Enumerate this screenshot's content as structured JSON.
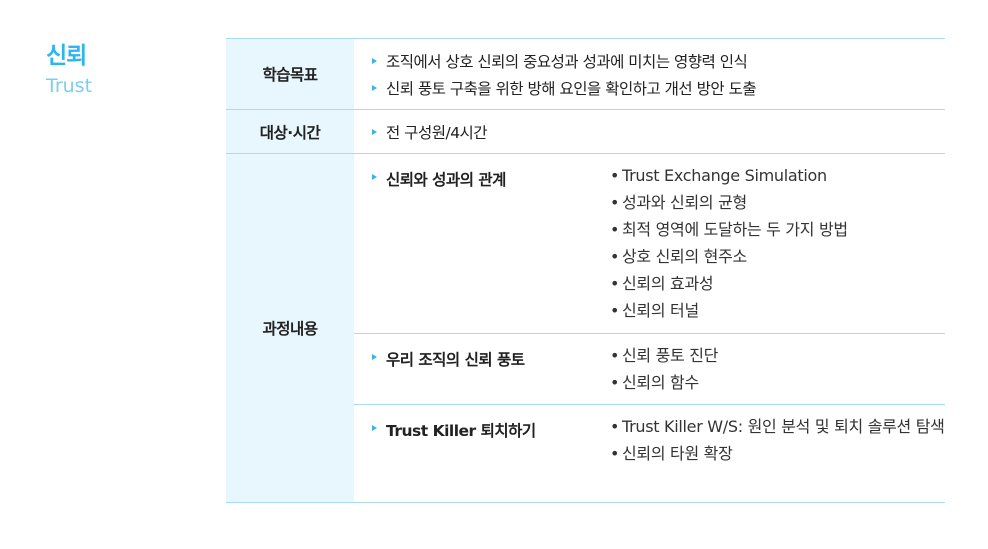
{
  "title": "신뢰",
  "subtitle": "Trust",
  "rows": [
    {
      "label": "학습목표",
      "items": [
        "조직에서 상호 신뢰의 중요성과 성과에 미치는 영향력 인식",
        "신뢰 풍토 구축을 위한 방해 요인을 확인하고 개선 방안 도출"
      ]
    },
    {
      "label": "대상·시간",
      "items": [
        "전 구성원/4시간"
      ]
    }
  ],
  "content": {
    "label": "과정내용",
    "modules": [
      {
        "title": "신뢰와 성과의 관계",
        "topics": [
          "Trust Exchange Simulation",
          "성과와 신뢰의 균형",
          "최적 영역에 도달하는 두 가지 방법",
          "상호 신뢰의 현주소",
          "신뢰의 효과성",
          "신뢰의 터널"
        ]
      },
      {
        "title": "우리 조직의 신뢰 풍토",
        "topics": [
          "신뢰 풍토 진단",
          "신뢰의 함수"
        ]
      },
      {
        "title": "Trust Killer 퇴치하기",
        "topics": [
          "Trust Killer W/S: 원인 분석 및 퇴치 솔루션 탐색",
          "신뢰의 타원 확장"
        ]
      }
    ]
  },
  "colors": {
    "accent": "#2cb5ee",
    "label_bg": "#e8f6fd",
    "border": "#a9dcf3"
  }
}
